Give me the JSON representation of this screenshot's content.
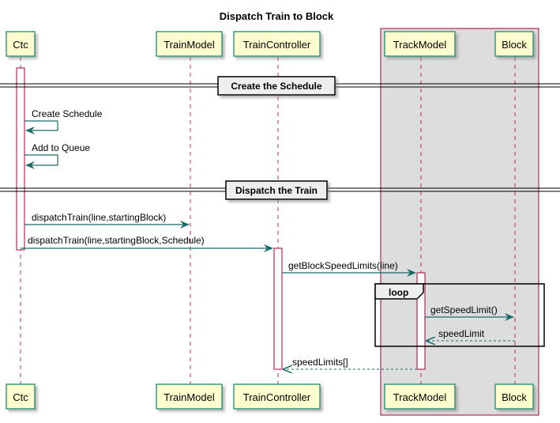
{
  "diagram": {
    "title": "Dispatch Train to Block",
    "participants": [
      "Ctc",
      "TrainModel",
      "TrainController",
      "TrackModel",
      "Block"
    ],
    "dividers": [
      "Create the Schedule",
      "Dispatch the Train"
    ],
    "messages": [
      "Create Schedule",
      "Add to Queue",
      "dispatchTrain(line,startingBlock)",
      "dispatchTrain(line,startingBlock,Schedule)",
      "getBlockSpeedLimits(line)",
      "getSpeedLimit()",
      "speedLimit",
      "speedLimits[]"
    ],
    "loop_label": "loop",
    "colors": {
      "participant_fill": "#FEFECE",
      "participant_border": "#1A8C74",
      "arrow": "#1C6B6B",
      "box_fill": "#DDDDDD",
      "box_border": "#A80036",
      "lifeline": "#A80036"
    }
  }
}
